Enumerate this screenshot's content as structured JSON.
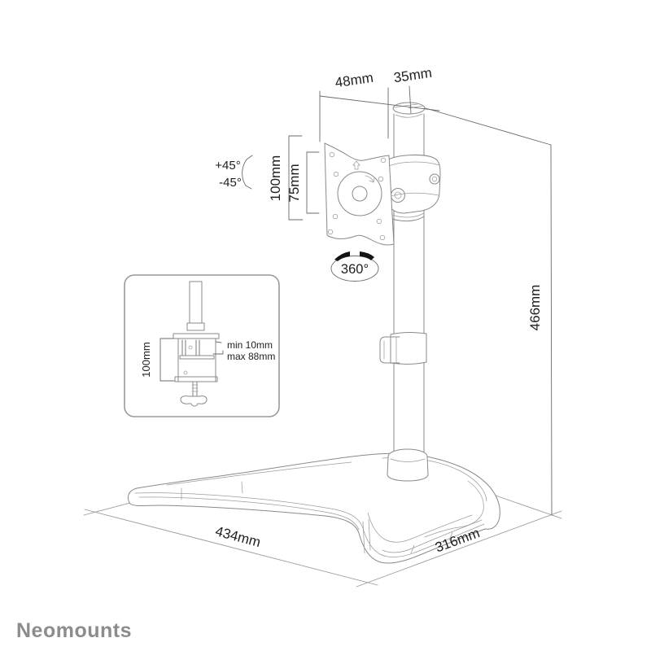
{
  "brand": {
    "logo": "Neomounts"
  },
  "diagram": {
    "title_hint": "desk-stand-dimension-drawing",
    "dims": {
      "top_offset": "48mm",
      "pole_top": "35mm",
      "vesa_height": "100mm",
      "vesa_width": "75mm",
      "tilt_up": "+45°",
      "tilt_down": "-45°",
      "swivel": "360°",
      "total_height": "466mm",
      "base_depth": "434mm",
      "base_width": "316mm"
    },
    "inset": {
      "clamp_height": "100mm",
      "clamp_min": "min 10mm",
      "clamp_max": "max 88mm"
    },
    "colors": {
      "product_line": "#8a8a8a",
      "dimension_line": "#6a6a6a",
      "label_text": "#1e1e1e",
      "logo_gray": "#8c8c8c"
    }
  }
}
